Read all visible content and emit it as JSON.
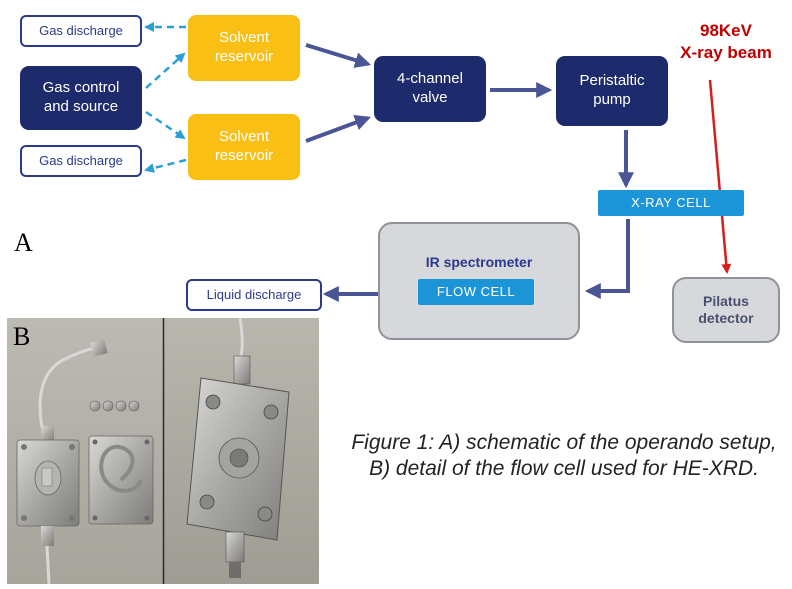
{
  "panel_a_label": "A",
  "panel_b_label": "B",
  "nodes": {
    "gas_discharge_top": "Gas discharge",
    "gas_control": "Gas control\nand source",
    "gas_discharge_bottom": "Gas discharge",
    "solvent_reservoir_top": "Solvent\nreservoir",
    "solvent_reservoir_bottom": "Solvent\nreservoir",
    "four_channel_valve": "4-channel\nvalve",
    "peristaltic_pump": "Peristaltic\npump",
    "xray_cell": "X-RAY  CELL",
    "ir_spectrometer": "IR spectrometer",
    "flow_cell": "FLOW CELL",
    "liquid_discharge": "Liquid discharge",
    "pilatus_detector": "Pilatus\ndetector"
  },
  "beam_label": "98KeV\nX-ray beam",
  "caption": "Figure 1: A) schematic of the operando setup, B) detail of the flow cell used for HE-XRD.",
  "colors": {
    "navy": "#1d2a6b",
    "solvent": "#f9bf15",
    "cell": "#1c95d8",
    "arrow": "#4a5595",
    "dashed_arrow": "#2a9fd8",
    "beam": "#d81e1e",
    "instrument": "#d6d8db"
  }
}
